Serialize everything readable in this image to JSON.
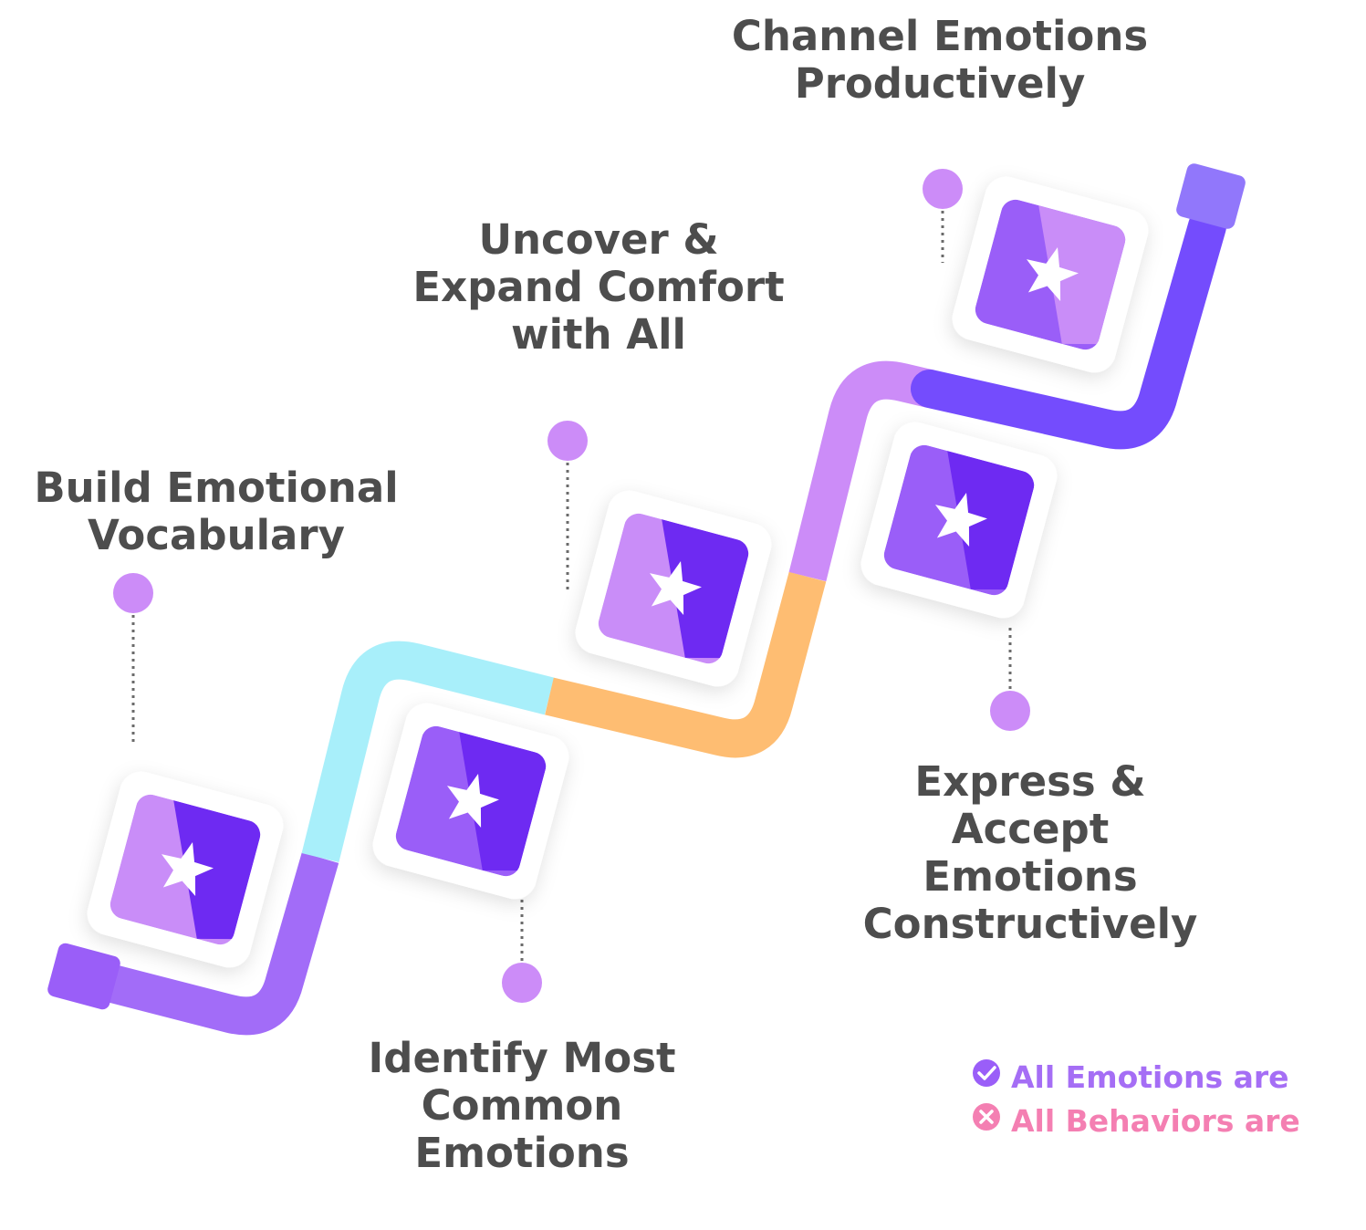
{
  "steps": [
    {
      "label_lines": [
        "Build Emotional",
        "Vocabulary"
      ],
      "icon": "star-icon"
    },
    {
      "label_lines": [
        "Identify Most",
        "Common",
        "Emotions"
      ],
      "icon": "star-icon"
    },
    {
      "label_lines": [
        "Uncover &",
        "Expand Comfort",
        "with All"
      ],
      "icon": "star-icon"
    },
    {
      "label_lines": [
        "Express &",
        "Accept",
        "Emotions",
        "Constructively"
      ],
      "icon": "star-icon"
    },
    {
      "label_lines": [
        "Channel Emotions",
        "Productively"
      ],
      "icon": "star-icon"
    }
  ],
  "legend": [
    {
      "text": "All Emotions are",
      "icon": "check-circle-icon",
      "color": "#a56ef5"
    },
    {
      "text": "All Behaviors are",
      "icon": "x-circle-icon",
      "color": "#f47fb2"
    }
  ],
  "colors": {
    "label_text": "#4d4d4d",
    "pin": "#cc8cf8",
    "path_segments": [
      "#a26cf8",
      "#a8effa",
      "#febd72",
      "#cc8cf8",
      "#744cfd"
    ],
    "tile_light": "#c98df8",
    "tile_mid": "#9a5ef8",
    "tile_dark": "#6e2af2"
  }
}
